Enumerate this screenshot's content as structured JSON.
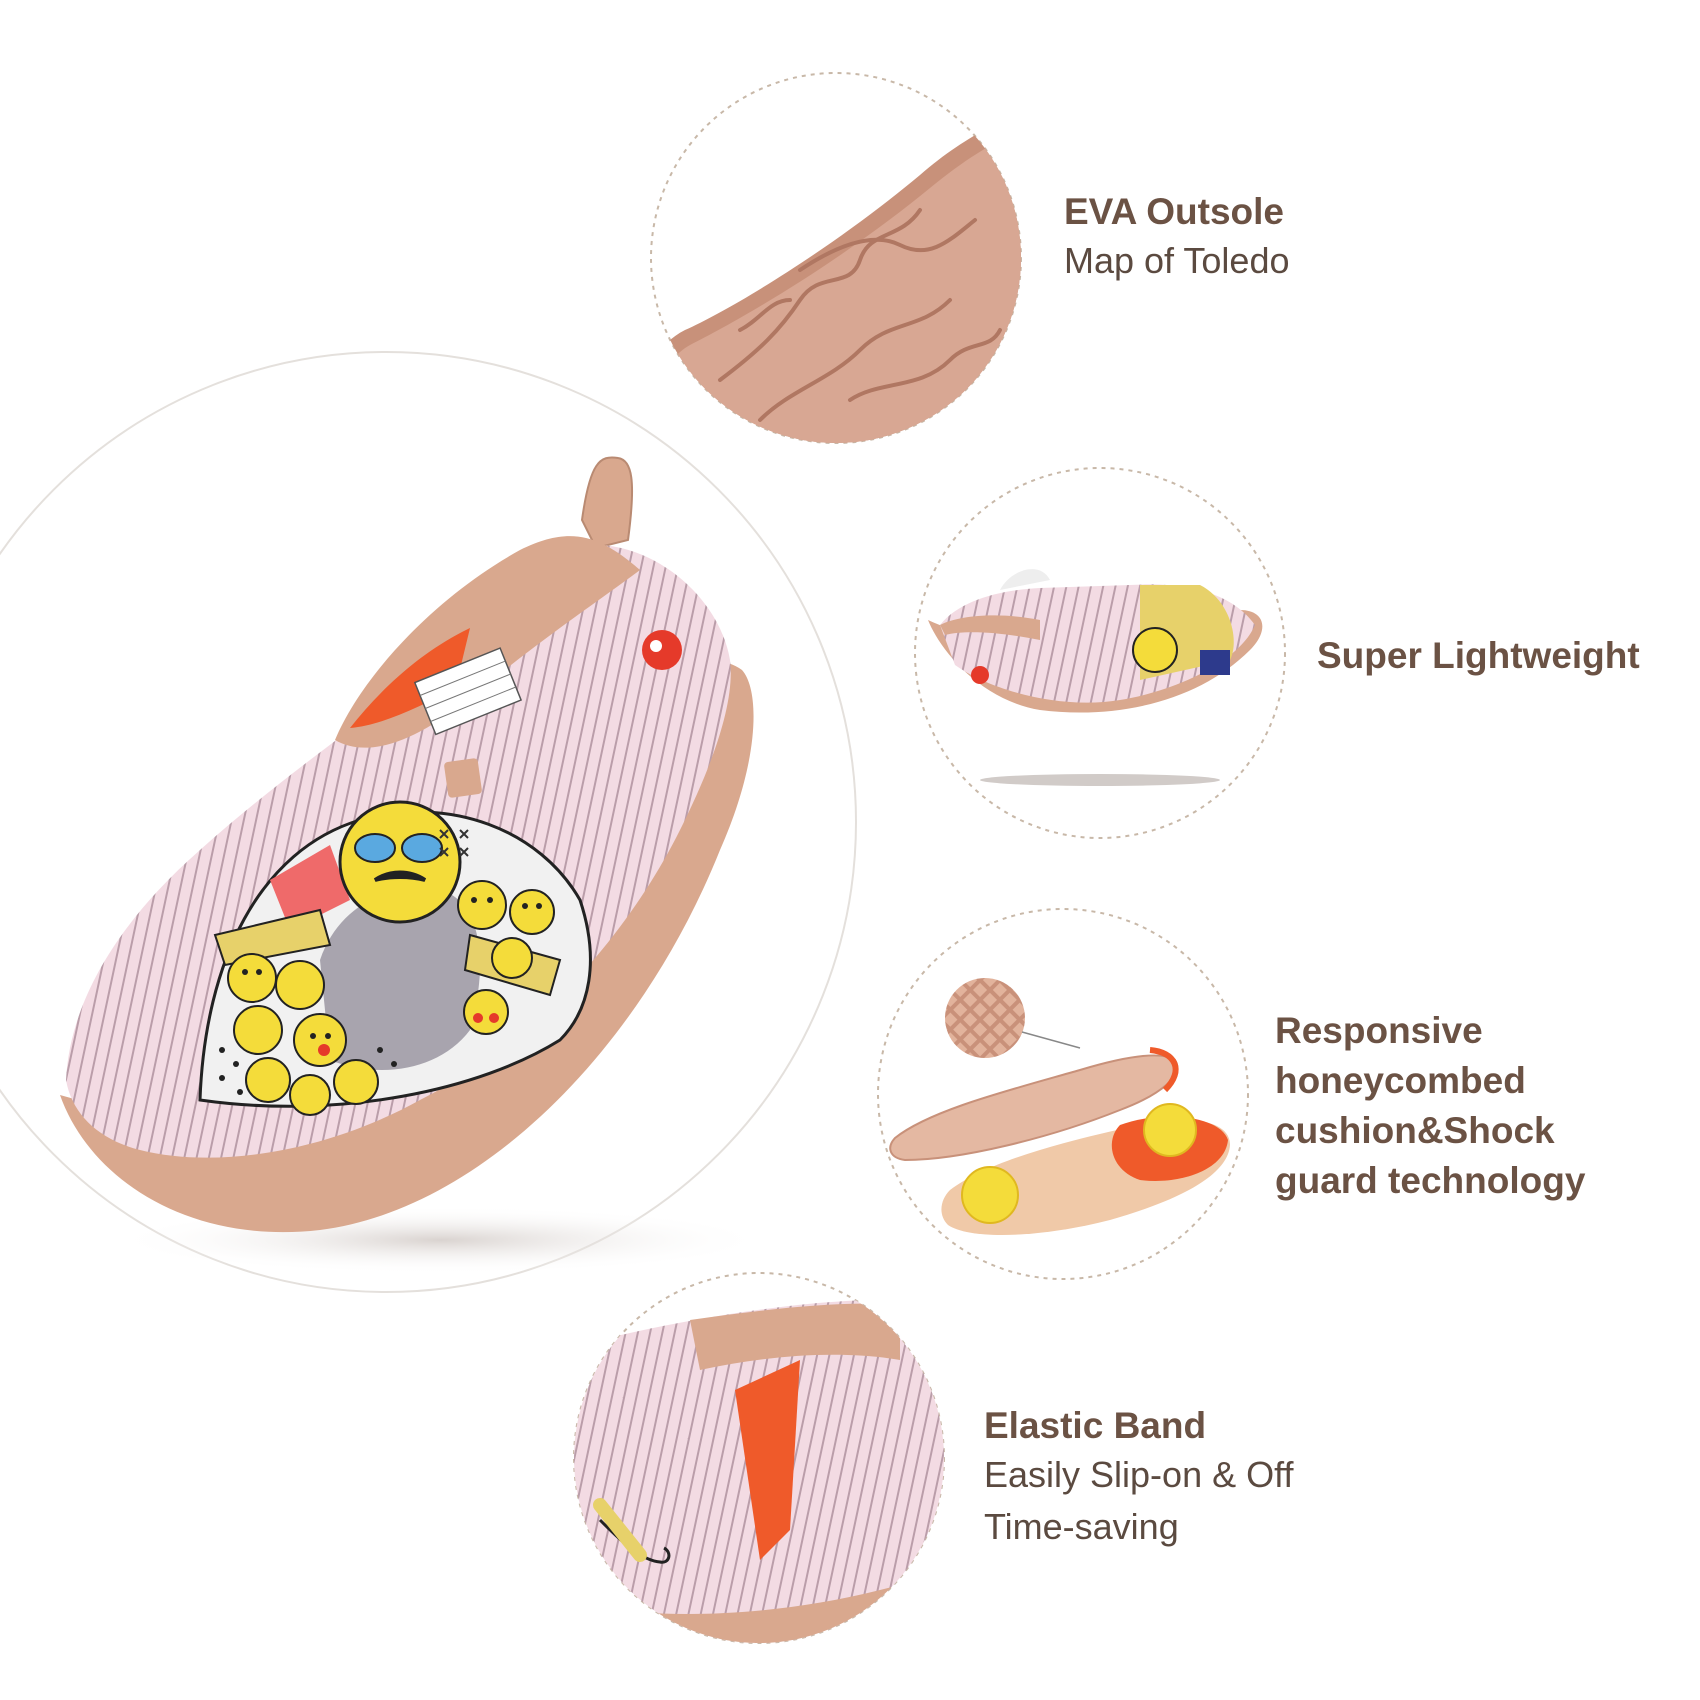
{
  "features": {
    "outsole": {
      "title": "EVA Outsole",
      "subtitle": "Map of Toledo"
    },
    "lightweight": {
      "title": "Super Lightweight"
    },
    "cushion": {
      "title_lines": [
        "Responsive",
        "honeycombed",
        "cushion&Shock",
        "guard technology"
      ]
    },
    "elastic": {
      "title": "Elastic Band",
      "lines": [
        "Easily Slip-on & Off",
        "Time-saving"
      ]
    }
  },
  "colors": {
    "text": "#6b5244",
    "sole": "#d9a88e",
    "canvas_pink": "#f3dbe3",
    "stripe": "#8a6a7a",
    "emoji_yellow": "#f4dc3a",
    "orange_elastic": "#ef5a2a",
    "dashed_circle": "#c8b8a8"
  }
}
